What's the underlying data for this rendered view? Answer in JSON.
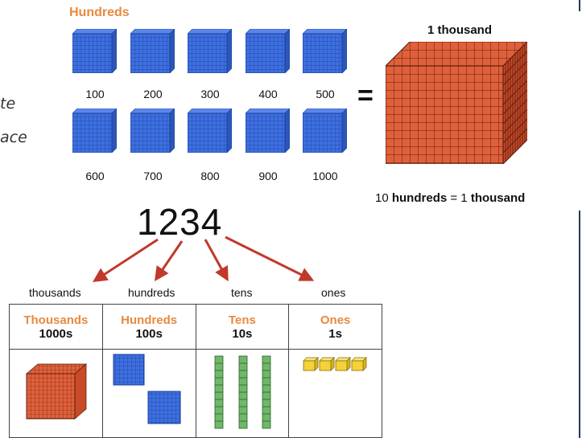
{
  "side_fragments": {
    "line1": "te",
    "line2": "ace"
  },
  "hundreds_section": {
    "title": "Hundreds",
    "row1_labels": [
      "100",
      "200",
      "300",
      "400",
      "500"
    ],
    "row2_labels": [
      "600",
      "700",
      "800",
      "900",
      "1000"
    ],
    "equals": "=",
    "thousand_title": "1 thousand",
    "caption_num": "10",
    "caption_bold": "hundreds",
    "caption_eq": "= 1",
    "caption_bold2": "thousand"
  },
  "place_value": {
    "number": "1234",
    "words": [
      "thousands",
      "hundreds",
      "tens",
      "ones"
    ],
    "columns": [
      {
        "title": "Thousands",
        "sub": "1000s"
      },
      {
        "title": "Hundreds",
        "sub": "100s"
      },
      {
        "title": "Tens",
        "sub": "10s"
      },
      {
        "title": "Ones",
        "sub": "1s"
      }
    ]
  },
  "colors": {
    "orange_text": "#e8893f",
    "flat_blue": "#3d6fe0",
    "cube_red": "#e0603a",
    "rod_green": "#6fb86a",
    "unit_yellow": "#f4d23a",
    "arrow_red": "#c0392b"
  }
}
